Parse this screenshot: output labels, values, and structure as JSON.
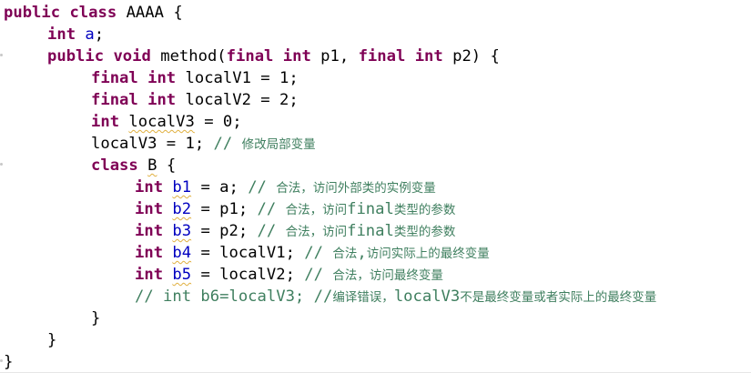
{
  "code": {
    "class_decl": {
      "kw1": "public",
      "kw2": "class",
      "name": "AAAA",
      "brace": "{"
    },
    "field_decl": {
      "kw": "int",
      "name": "a",
      "end": ";"
    },
    "method_decl": {
      "kw1": "public",
      "kw2": "void",
      "name": "method(",
      "p1_kw1": "final",
      "p1_kw2": "int",
      "p1_name": "p1,",
      "p2_kw1": "final",
      "p2_kw2": "int",
      "p2_name": "p2)",
      "brace": "{"
    },
    "local1": {
      "kw1": "final",
      "kw2": "int",
      "rest": "localV1 = 1;"
    },
    "local2": {
      "kw1": "final",
      "kw2": "int",
      "rest": "localV2 = 2;"
    },
    "local3": {
      "kw": "int",
      "name": "localV3",
      "rest": " = 0;"
    },
    "assign3": {
      "code": "localV3 = 1; ",
      "comment_prefix": "// ",
      "comment_text": "修改局部变量"
    },
    "inner_class": {
      "kw": "class",
      "name": "B",
      "brace": " {"
    },
    "b1": {
      "kw": "int",
      "name": "b1",
      "rest": " = a; ",
      "comment_prefix": "// ",
      "comment_text": "合法，访问外部类的实例变量"
    },
    "b2": {
      "kw": "int",
      "name": "b2",
      "rest": " = p1; ",
      "comment_prefix": "// ",
      "comment_text_a": "合法，访问",
      "comment_mono": "final",
      "comment_text_b": "类型的参数"
    },
    "b3": {
      "kw": "int",
      "name": "b3",
      "rest": " = p2; ",
      "comment_prefix": "// ",
      "comment_text_a": "合法，访问",
      "comment_mono": "final",
      "comment_text_b": "类型的参数"
    },
    "b4": {
      "kw": "int",
      "name": "b4",
      "rest": " = localV1; ",
      "comment_prefix": "// ",
      "comment_text_a": "合法",
      "comment_mono": ",",
      "comment_text_b": "访问实际上的最终变量"
    },
    "b5": {
      "kw": "int",
      "name": "b5",
      "rest": " = localV2; ",
      "comment_prefix": "// ",
      "comment_text": "合法，访问最终变量"
    },
    "b6": {
      "mono": "// int b6=localV3; //",
      "cjk_a": "编译错误，",
      "mono_b": "localV3",
      "cjk_b": "不是最终变量或者实际上的最终变量"
    },
    "close_inner": "}",
    "close_method": "}",
    "close_class": "}"
  },
  "colors": {
    "keyword": "#7f0055",
    "field": "#0000c0",
    "comment": "#3f7f5f",
    "text": "#000000"
  }
}
